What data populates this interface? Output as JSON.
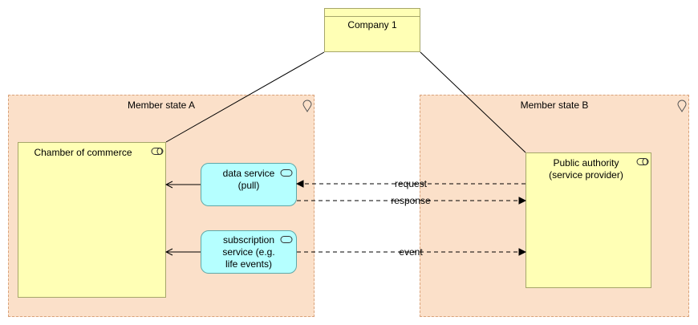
{
  "company": {
    "name": "Company 1"
  },
  "group_a": {
    "title": "Member state A",
    "chamber": "Chamber of commerce",
    "data_service": [
      "data service",
      "(pull)"
    ],
    "subscription_service": [
      "subscription",
      "service (e.g.",
      "life events)"
    ]
  },
  "group_b": {
    "title": "Member state B",
    "authority": [
      "Public authority",
      "(service provider)"
    ]
  },
  "flows": {
    "request": "request",
    "response": "response",
    "event": "event"
  },
  "colors": {
    "group_fill": "#fbe0c9",
    "actor_fill": "#ffffb5",
    "service_fill": "#b5ffff"
  },
  "icons": {
    "location": "location-pin-icon",
    "role": "business-role-icon"
  }
}
